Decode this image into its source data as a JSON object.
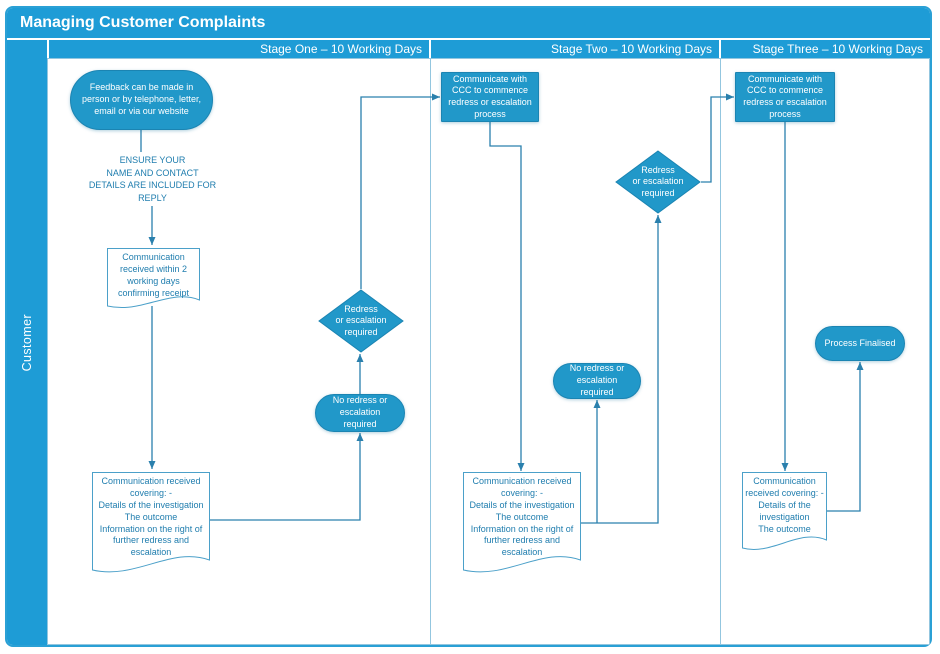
{
  "title": "Managing Customer Complaints",
  "customer_lane_label": "Customer",
  "stage_headers": [
    "Stage One – 10 Working Days",
    "Stage Two – 10 Working Days",
    "Stage Three – 10 Working Days"
  ],
  "colors": {
    "band_blue": "#1e9cd6",
    "shape_fill": "#2198c9",
    "shape_border": "#1b84b2",
    "connector": "#2a80ad",
    "document_text": "#1f7dae"
  },
  "nodes": {
    "feedback_start": "Feedback can be made in person or by telephone, letter, email or via our website",
    "ensure_note": "ENSURE YOUR\nNAME AND CONTACT\nDETAILS ARE INCLUDED FOR\nREPLY",
    "receipt_document": "Communication received within 2 working days confirming receipt",
    "stage1_decision": "Redress\nor escalation\nrequired",
    "stage1_no_redress": "No redress or escalation required",
    "stage1_outcome_document": "Communication received covering: -\nDetails of the investigation\nThe outcome\nInformation on the right of further redress and escalation",
    "stage2_process": "Communicate with CCC to commence redress or escalation process",
    "stage2_decision": "Redress\nor escalation\nrequired",
    "stage2_no_redress": "No redress or escalation required",
    "stage2_outcome_document": "Communication received covering: -\nDetails of the investigation\nThe outcome\nInformation on the right of further redress and escalation",
    "stage3_process": "Communicate with CCC to commence redress or escalation process",
    "stage3_outcome_document": "Communication received covering: -\nDetails of the\ninvestigation\nThe outcome",
    "process_finalised": "Process Finalised"
  }
}
